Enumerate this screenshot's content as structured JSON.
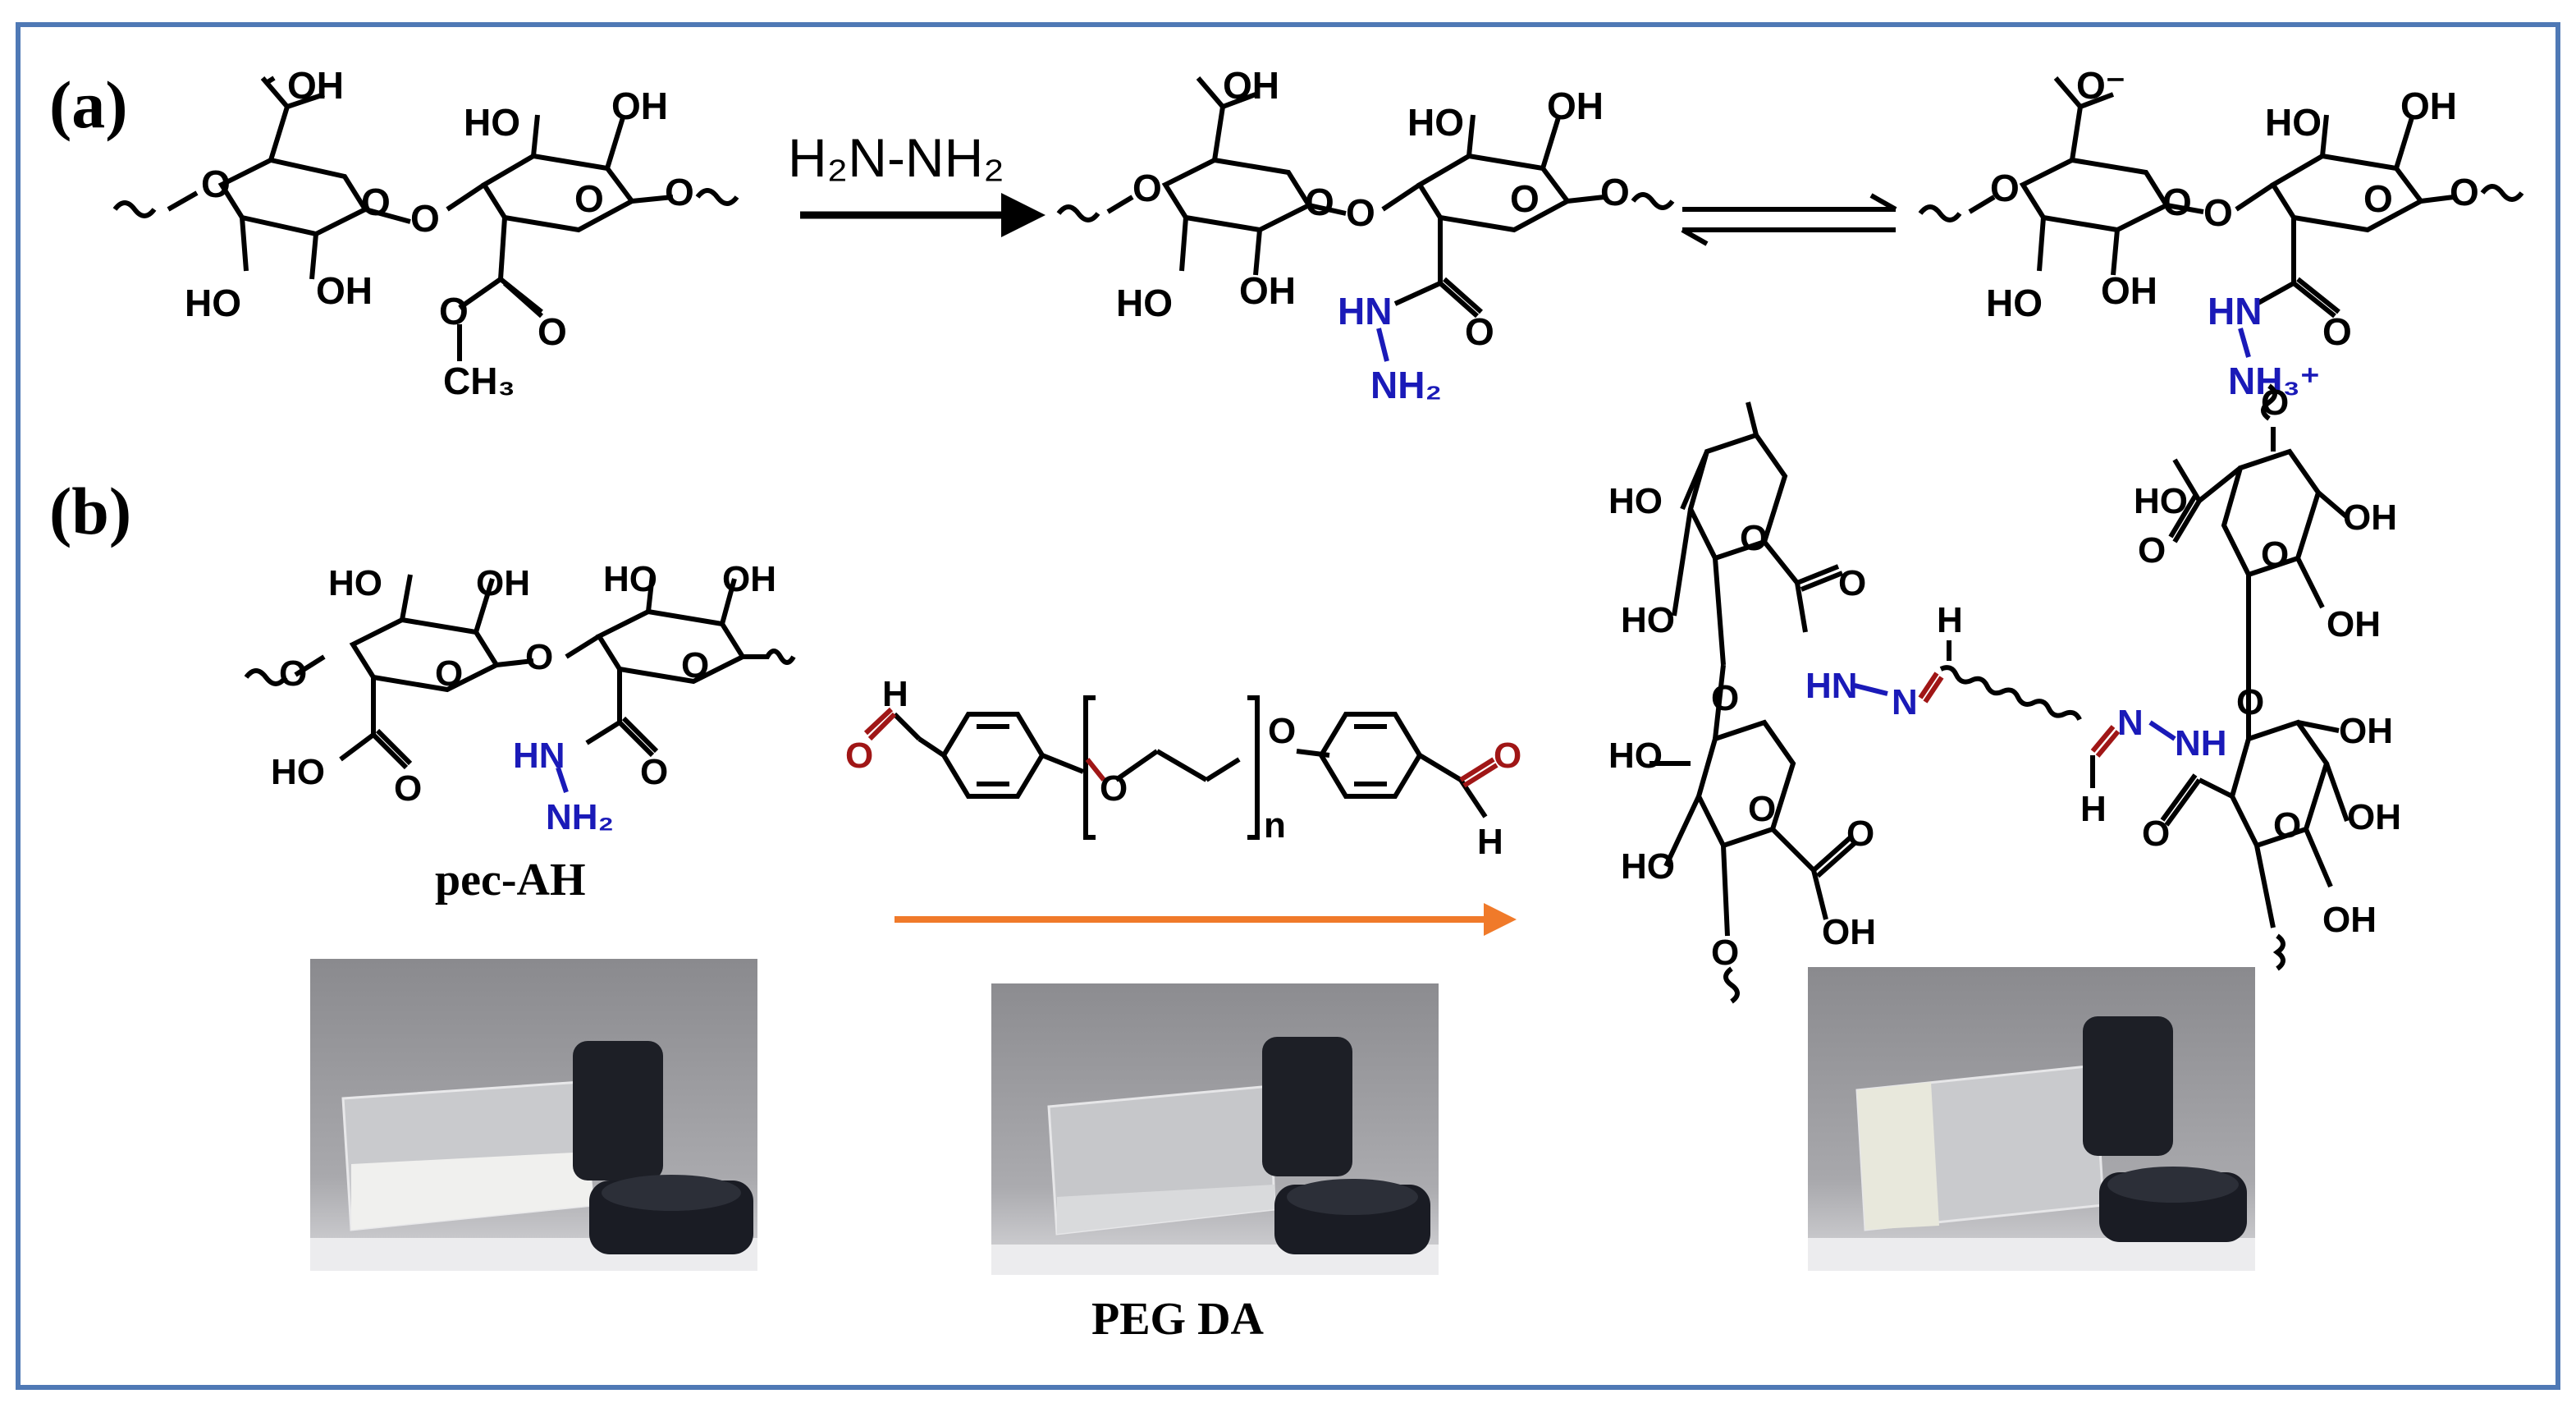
{
  "panel_labels": {
    "a": "(a)",
    "b": "(b)"
  },
  "reagent": {
    "hydrazine": "H₂N-NH₂"
  },
  "captions": {
    "pec_ah": "pec-AH",
    "peg_da": "PEG DA"
  },
  "atoms": {
    "oh": "OH",
    "ho": "HO",
    "o": "O",
    "ominus": "O⁻",
    "ch3": "CH₃",
    "hn": "HN",
    "nh2": "NH₂",
    "nh3plus": "NH₃⁺",
    "nh": "NH",
    "n": "N",
    "h": "H",
    "n_sub": "n"
  },
  "colors": {
    "frame": "#4f79b5",
    "hydrazide_blue": "#1a1ab8",
    "aldehyde_red": "#a01616",
    "arrow_orange": "#f07a2a",
    "ink": "#000000"
  }
}
